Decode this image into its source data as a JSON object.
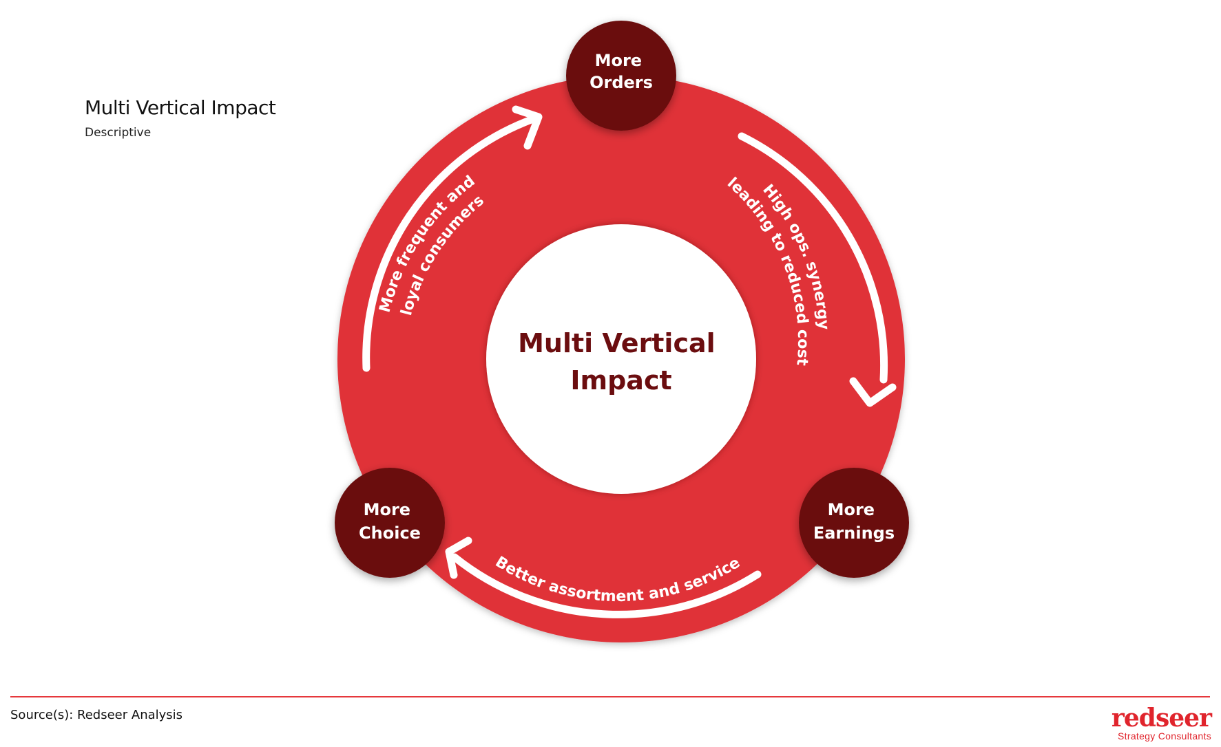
{
  "header": {
    "title": "Multi Vertical Impact",
    "subtitle": "Descriptive"
  },
  "diagram": {
    "center_label": [
      "Multi Vertical",
      "Impact"
    ],
    "nodes": [
      {
        "id": "orders",
        "lines": [
          "More",
          "Orders"
        ]
      },
      {
        "id": "earnings",
        "lines": [
          "More",
          "Earnings"
        ]
      },
      {
        "id": "choice",
        "lines": [
          "More",
          "Choice"
        ]
      }
    ],
    "arrows": [
      {
        "id": "choice-to-orders",
        "lines": [
          "More frequent and",
          "loyal consumers"
        ]
      },
      {
        "id": "orders-to-earnings",
        "lines": [
          "High ops. synergy",
          "leading to reduced cost"
        ]
      },
      {
        "id": "earnings-to-choice",
        "lines": [
          "Better assortment and service"
        ]
      }
    ],
    "colors": {
      "ring": "#e03037",
      "node": "#6b0d0f",
      "center_text": "#6b0d0f",
      "arrow": "#ffffff"
    }
  },
  "footer": {
    "source": "Source(s): Redseer Analysis",
    "brand_name": "redseer",
    "brand_tagline": "Strategy Consultants"
  }
}
